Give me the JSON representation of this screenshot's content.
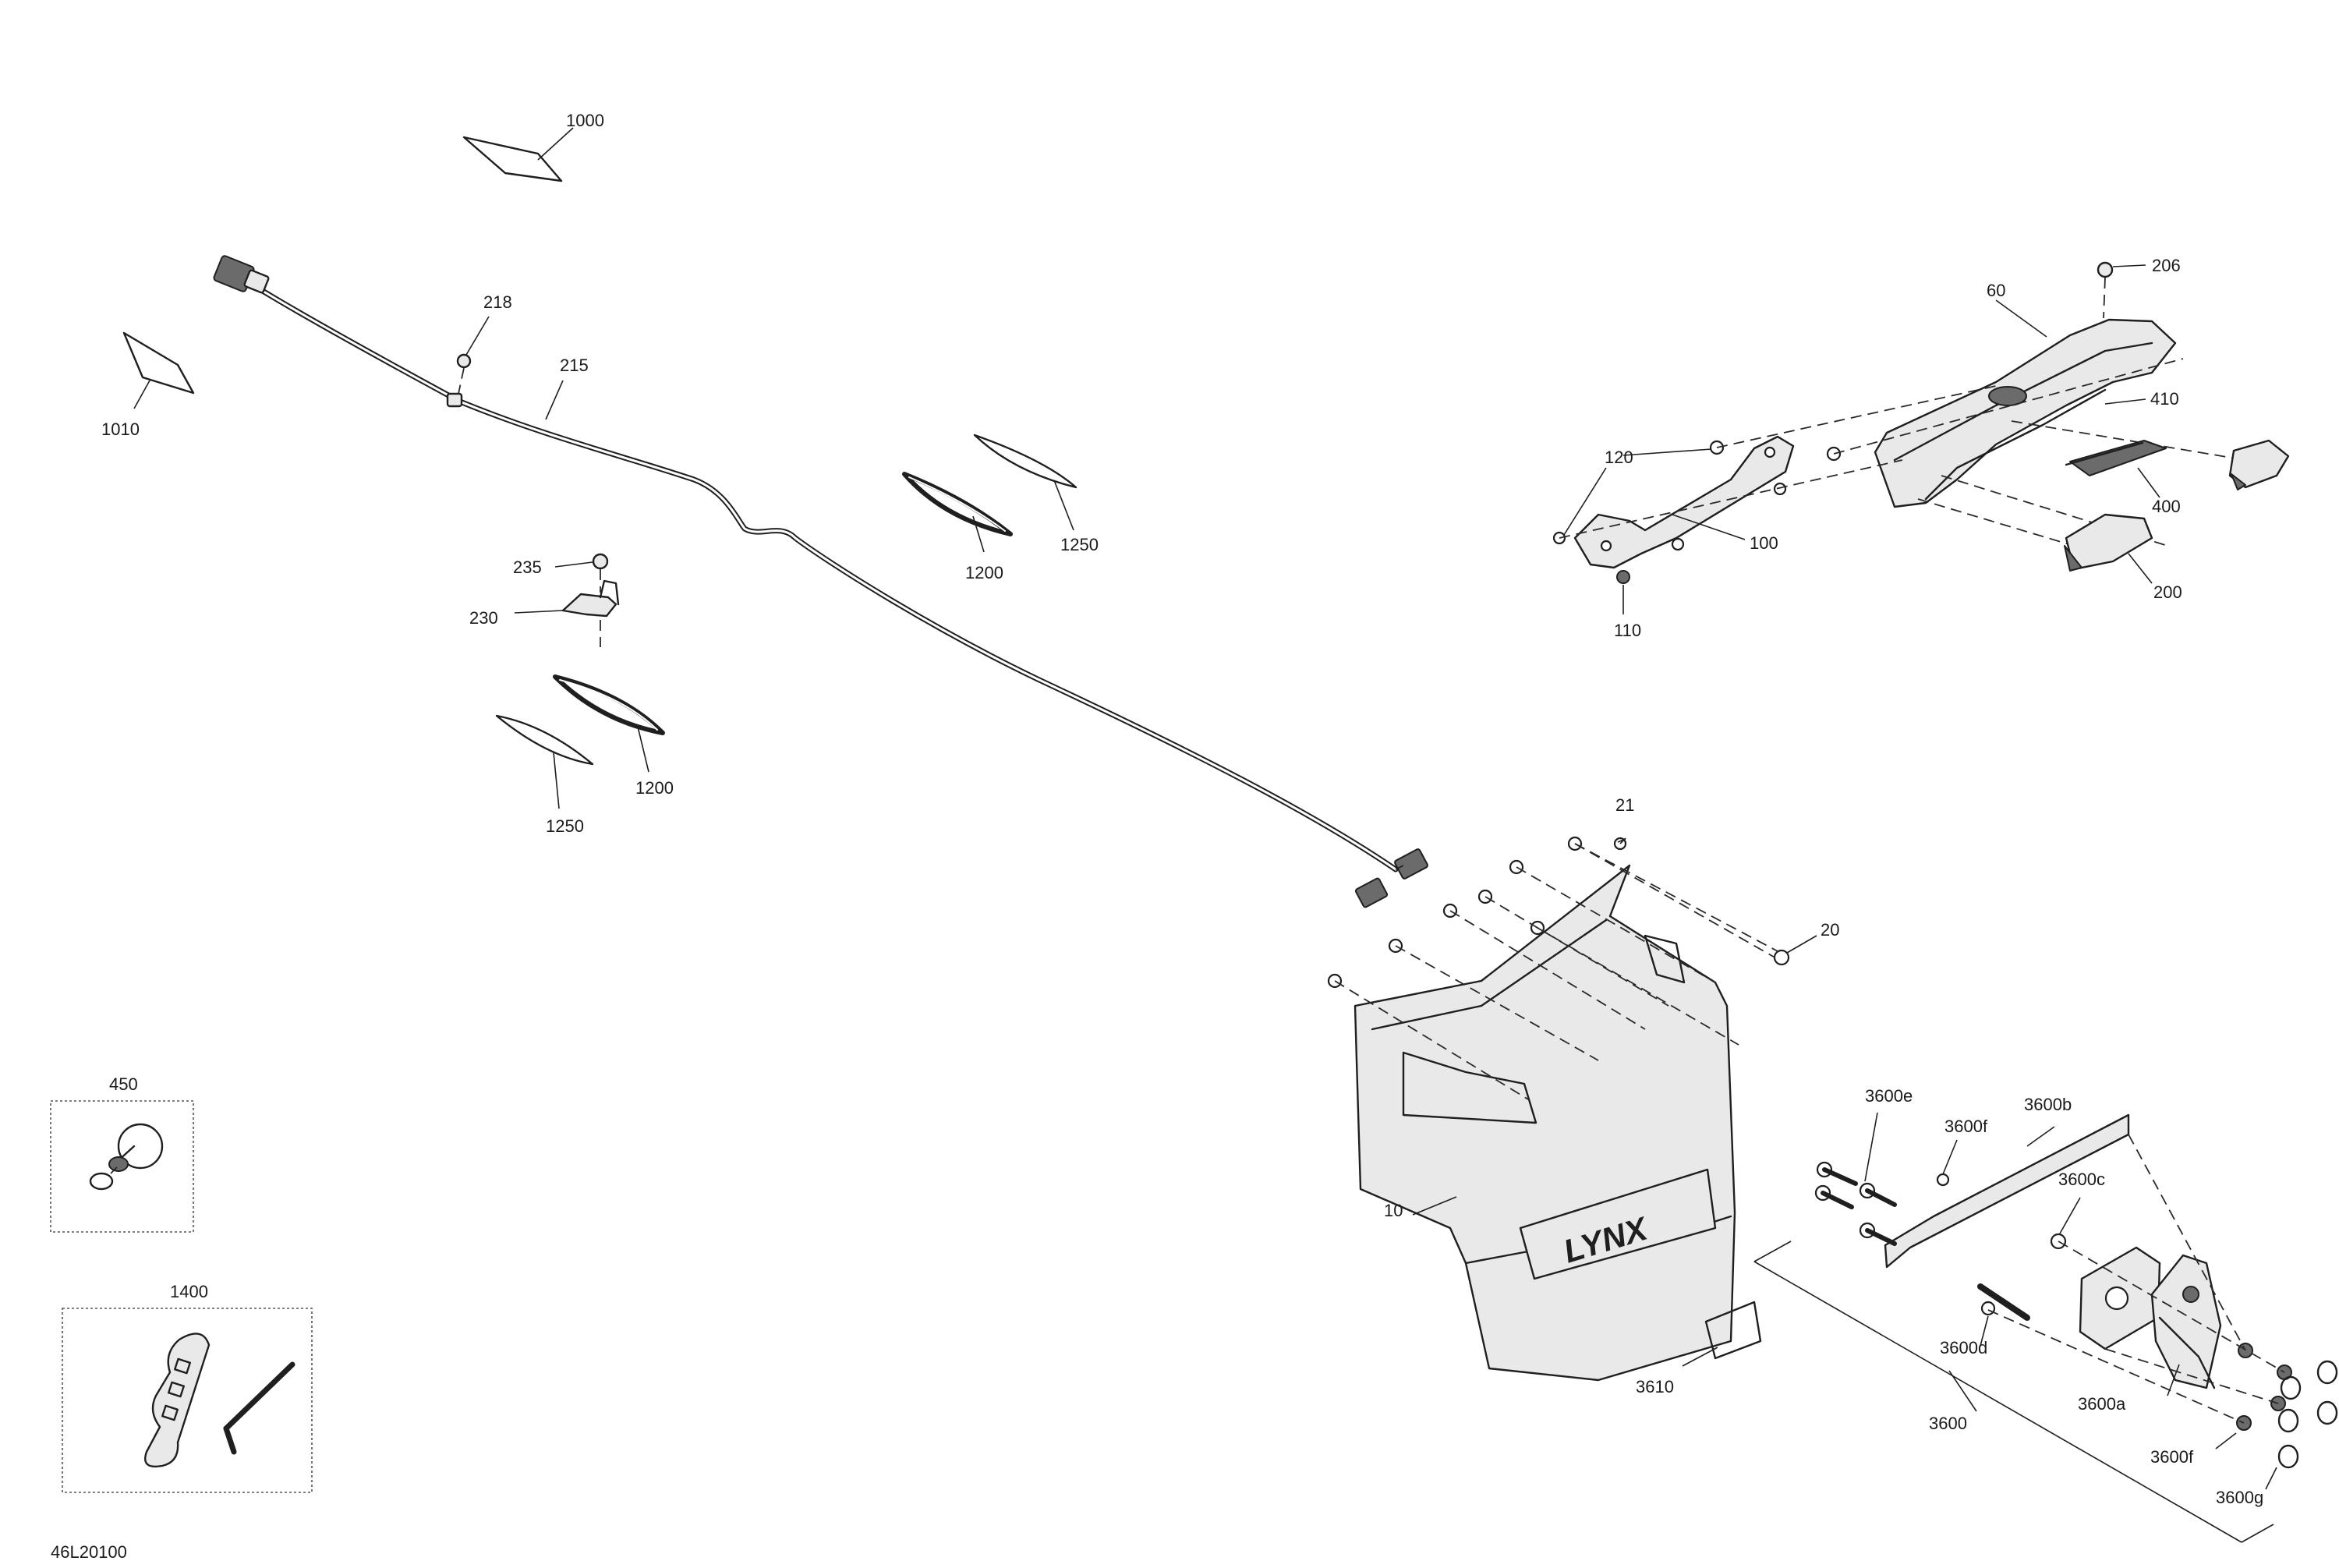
{
  "diagram": {
    "reference_code": "46L20100",
    "callouts": {
      "c1000": "1000",
      "c1010": "1010",
      "c218": "218",
      "c215": "215",
      "c235": "235",
      "c230": "230",
      "c1200a": "1200",
      "c1200b": "1200",
      "c1250a": "1250",
      "c1250b": "1250",
      "c450": "450",
      "c1400": "1400",
      "c206": "206",
      "c60": "60",
      "c410": "410",
      "c120": "120",
      "c100": "100",
      "c400": "400",
      "c200": "200",
      "c110": "110",
      "c21": "21",
      "c20": "20",
      "c10": "10",
      "c3610": "3610",
      "c3600": "3600",
      "c3600e": "3600e",
      "c3600f_top": "3600f",
      "c3600b": "3600b",
      "c3600c": "3600c",
      "c3600d": "3600d",
      "c3600a": "3600a",
      "c3600f_bottom": "3600f",
      "c3600g": "3600g"
    },
    "logo_text": "LYNX"
  }
}
